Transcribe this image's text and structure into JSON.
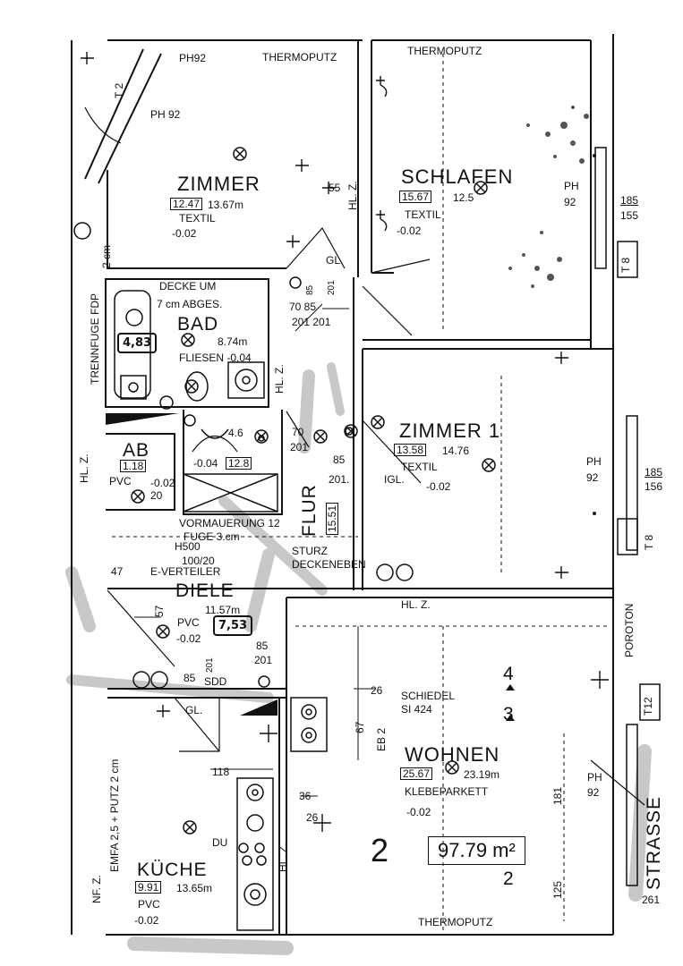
{
  "rooms": {
    "zimmer_top": {
      "name": "ZIMMER",
      "area_boxed": "12.47",
      "perimeter": "13.67m",
      "floor": "TEXTIL",
      "level": "-0.02"
    },
    "schlafen": {
      "name": "SCHLAFEN",
      "area_boxed": "15.67",
      "perimeter": "12.5",
      "floor": "TEXTIL",
      "level": "-0.02"
    },
    "bad": {
      "name": "BAD",
      "area_hand": "4,83",
      "perimeter": "8.74m",
      "floor": "FLIESEN -0.04",
      "ceiling": "DECKE UM",
      "ceiling2": "7 cm ABGES."
    },
    "zimmer1": {
      "name": "ZIMMER 1",
      "area_boxed": "13.58",
      "perimeter": "14.76",
      "floor": "TEXTIL",
      "level": "-0.02"
    },
    "ab": {
      "name": "AB",
      "area_boxed": "1.18",
      "floor": "PVC",
      "level": "-0.02"
    },
    "wc": {
      "area_boxed": "12.8",
      "level": "-0.04"
    },
    "flur": {
      "name": "FLUR",
      "area_boxed": "15.51"
    },
    "diele": {
      "name": "DIELE",
      "perimeter": "11.57m",
      "floor": "PVC",
      "level": "-0.02",
      "area_hand": "7,53"
    },
    "wohnen": {
      "name": "WOHNEN",
      "area_boxed": "25.67",
      "perimeter": "23.19m",
      "floor": "KLEBEPARKETT",
      "level": "-0.02"
    },
    "kueche": {
      "name": "KÜCHE",
      "area_boxed": "9.91",
      "perimeter": "13.65m",
      "floor": "PVC",
      "level": "-0.02"
    }
  },
  "labels": {
    "thermoputz_1": "THERMOPUTZ",
    "thermoputz_2": "THERMOPUTZ",
    "thermoputz_3": "THERMOPUTZ",
    "ph92_a": "PH 92",
    "ph92_b": "PH 92",
    "ph92_c": "PH",
    "ph92_c2": "92",
    "ph92_d": "PH",
    "ph92_d2": "92",
    "ph92_e": "PH",
    "ph92_e2": "92",
    "ph92_top": "PH92",
    "t2": "T 2",
    "t8_a": "T 8",
    "t8_b": "T 8",
    "t12": "T12",
    "dim_185_155_a": "185",
    "dim_155_a": "155",
    "dim_185_b": "185",
    "dim_156_b": "156",
    "gl_1": "GL.",
    "gl_2": "IGL.",
    "gl_3": "GL.",
    "hlz_1": "HL. Z.",
    "hlz_2": "HL. Z.",
    "hlz_3": "HL. Z.",
    "hlz_4": "HL. Z.",
    "hlz_5": "HL. Z.",
    "trennfuge": "TRENNFUGE FDP",
    "dim_55": "55",
    "dim_70_85": "70  85",
    "dim_201_201": "201   201",
    "dim_85_201": "85",
    "dim_201": "201",
    "dim_70b": "70",
    "dim_201b": "201",
    "dim_85c": "85",
    "dim_201c": "201.",
    "dim_46": "4.6",
    "dim_20": "20",
    "vormauerung": "VORMAUERUNG 12",
    "fuge": "FUGE 3.cm",
    "h500": "H500",
    "dim_100_20": "100/20",
    "dim_47": "47",
    "e_verteiler": "E-VERTEILER",
    "sturz": "STURZ",
    "deckeneben": "DECKENEBEN",
    "dim_57": "57",
    "dim_85d": "85",
    "dim_201d": "201",
    "dim_85e": "85",
    "sdd": "SDD",
    "dim_201e": "201",
    "schiedel": "SCHIEDEL",
    "si424": "SI 424",
    "dim_4": "4",
    "dim_3": "3",
    "dim_2": "2",
    "dim_26": "26",
    "dim_67": "67",
    "dim_eb2": "EB 2",
    "dim_118": "118",
    "dim_36": "36",
    "dim_265": "26",
    "du": "DU",
    "emfa": "EMFA 2,5 + PUTZ 2 cm",
    "nfz": "NF. Z.",
    "poroton": "POROTON",
    "strasse": "STRASSE",
    "dim_181": "181",
    "dim_125": "125",
    "dim_261": "261",
    "unit_number": "2",
    "total_area": "97.79 m²",
    "dim_2cm": "2 cm"
  },
  "colors": {
    "ink": "#111111",
    "paper": "#ffffff",
    "smudge": "#bfbfbf"
  }
}
